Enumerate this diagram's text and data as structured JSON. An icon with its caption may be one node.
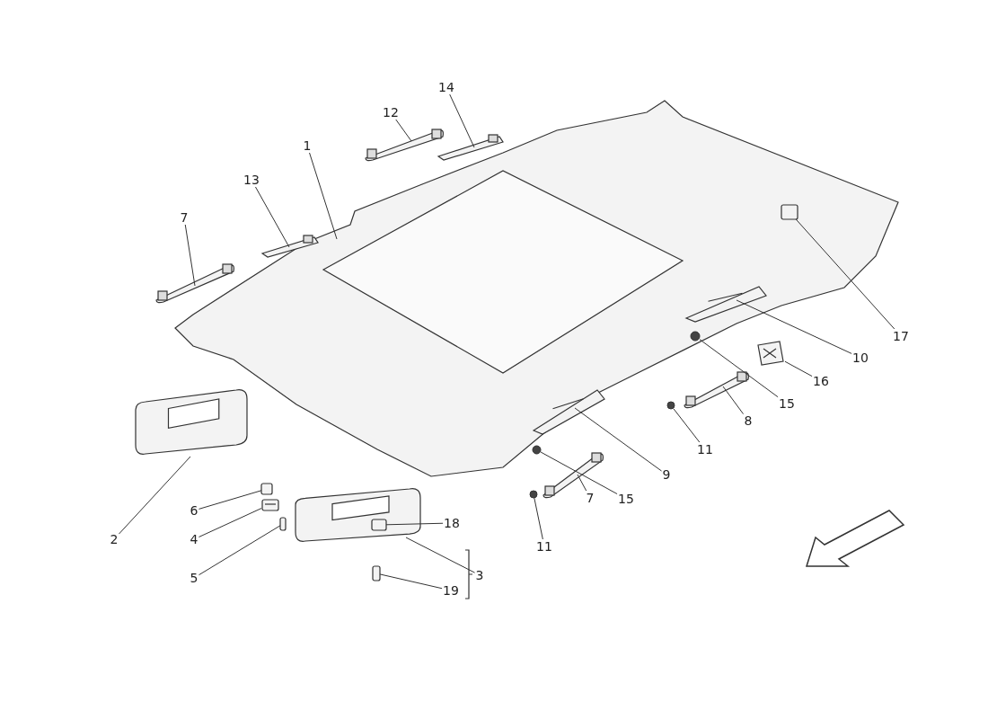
{
  "diagram": {
    "nodes": [
      {
        "text": [
          "1"
        ]
      },
      {
        "text": [
          "14"
        ]
      },
      {
        "text": [
          "12"
        ]
      },
      {
        "text": [
          "13"
        ]
      },
      {
        "text": [
          "7"
        ]
      },
      {
        "text": [
          "17"
        ]
      },
      {
        "text": [
          "10"
        ]
      },
      {
        "text": [
          "16"
        ]
      },
      {
        "text": [
          "15"
        ]
      },
      {
        "text": [
          "8"
        ]
      },
      {
        "text": [
          "11"
        ]
      },
      {
        "text": [
          "9"
        ]
      },
      {
        "text": [
          "15"
        ]
      },
      {
        "text": [
          "7"
        ]
      },
      {
        "text": [
          "11"
        ]
      },
      {
        "text": [
          "2"
        ]
      },
      {
        "text": [
          "6"
        ]
      },
      {
        "text": [
          "4"
        ]
      },
      {
        "text": [
          "5"
        ]
      },
      {
        "text": [
          "18"
        ]
      },
      {
        "text": [
          "3"
        ]
      },
      {
        "text": [
          "19"
        ]
      },
      {
        "text": [],
        "shape": "picture"
      },
      {
        "text": [],
        "shape": "picture"
      },
      {
        "text": [],
        "shape": "picture"
      },
      {
        "text": [],
        "shape": "picture"
      },
      {
        "text": [],
        "shape": "picture"
      },
      {
        "text": [],
        "shape": "box",
        "in": 22
      },
      {
        "text": [],
        "shape": "picture",
        "in": 22
      },
      {
        "text": [],
        "shape": "picture"
      },
      {
        "text": [],
        "shape": "circle",
        "in": 22
      },
      {
        "text": [],
        "shape": "picture"
      },
      {
        "text": [],
        "shape": "circle"
      },
      {
        "text": [],
        "shape": "picture",
        "in": 22
      },
      {
        "text": [],
        "shape": "circle"
      },
      {
        "text": [],
        "shape": "picture"
      },
      {
        "text": [],
        "shape": "circle"
      },
      {
        "text": [],
        "shape": "picture"
      },
      {
        "text": [],
        "shape": "box"
      },
      {
        "text": [],
        "shape": "picture"
      },
      {
        "text": [],
        "shape": "box"
      },
      {
        "text": [],
        "shape": "box",
        "in": 42
      },
      {
        "text": [],
        "shape": "picture"
      },
      {
        "text": [],
        "shape": "box"
      }
    ],
    "edges": [
      {
        "from": 0,
        "to": 22,
        "arrow": "none"
      },
      {
        "from": 1,
        "to": 23,
        "arrow": "none"
      },
      {
        "from": 2,
        "to": 24,
        "arrow": "none"
      },
      {
        "from": 3,
        "to": 25,
        "arrow": "none"
      },
      {
        "from": 4,
        "to": 26,
        "arrow": "none"
      },
      {
        "from": 5,
        "to": 27,
        "arrow": "none"
      },
      {
        "from": 6,
        "to": 28,
        "arrow": "none"
      },
      {
        "from": 7,
        "to": 29,
        "arrow": "none"
      },
      {
        "from": 8,
        "to": 30,
        "arrow": "none"
      },
      {
        "from": 9,
        "to": 31,
        "arrow": "none"
      },
      {
        "from": 10,
        "to": 32,
        "arrow": "none"
      },
      {
        "from": 11,
        "to": 33,
        "arrow": "none"
      },
      {
        "from": 12,
        "to": 34,
        "arrow": "none"
      },
      {
        "from": 13,
        "to": 35,
        "arrow": "none"
      },
      {
        "from": 14,
        "to": 36,
        "arrow": "none"
      },
      {
        "from": 15,
        "to": 37,
        "arrow": "none"
      },
      {
        "from": 16,
        "to": 38,
        "arrow": "none"
      },
      {
        "from": 17,
        "to": 39,
        "arrow": "none"
      },
      {
        "from": 18,
        "to": 40,
        "arrow": "none"
      },
      {
        "from": 19,
        "to": 41,
        "arrow": "none"
      },
      {
        "from": 20,
        "to": 42,
        "arrow": "none"
      },
      {
        "from": 21,
        "to": 43,
        "arrow": "none"
      }
    ]
  }
}
